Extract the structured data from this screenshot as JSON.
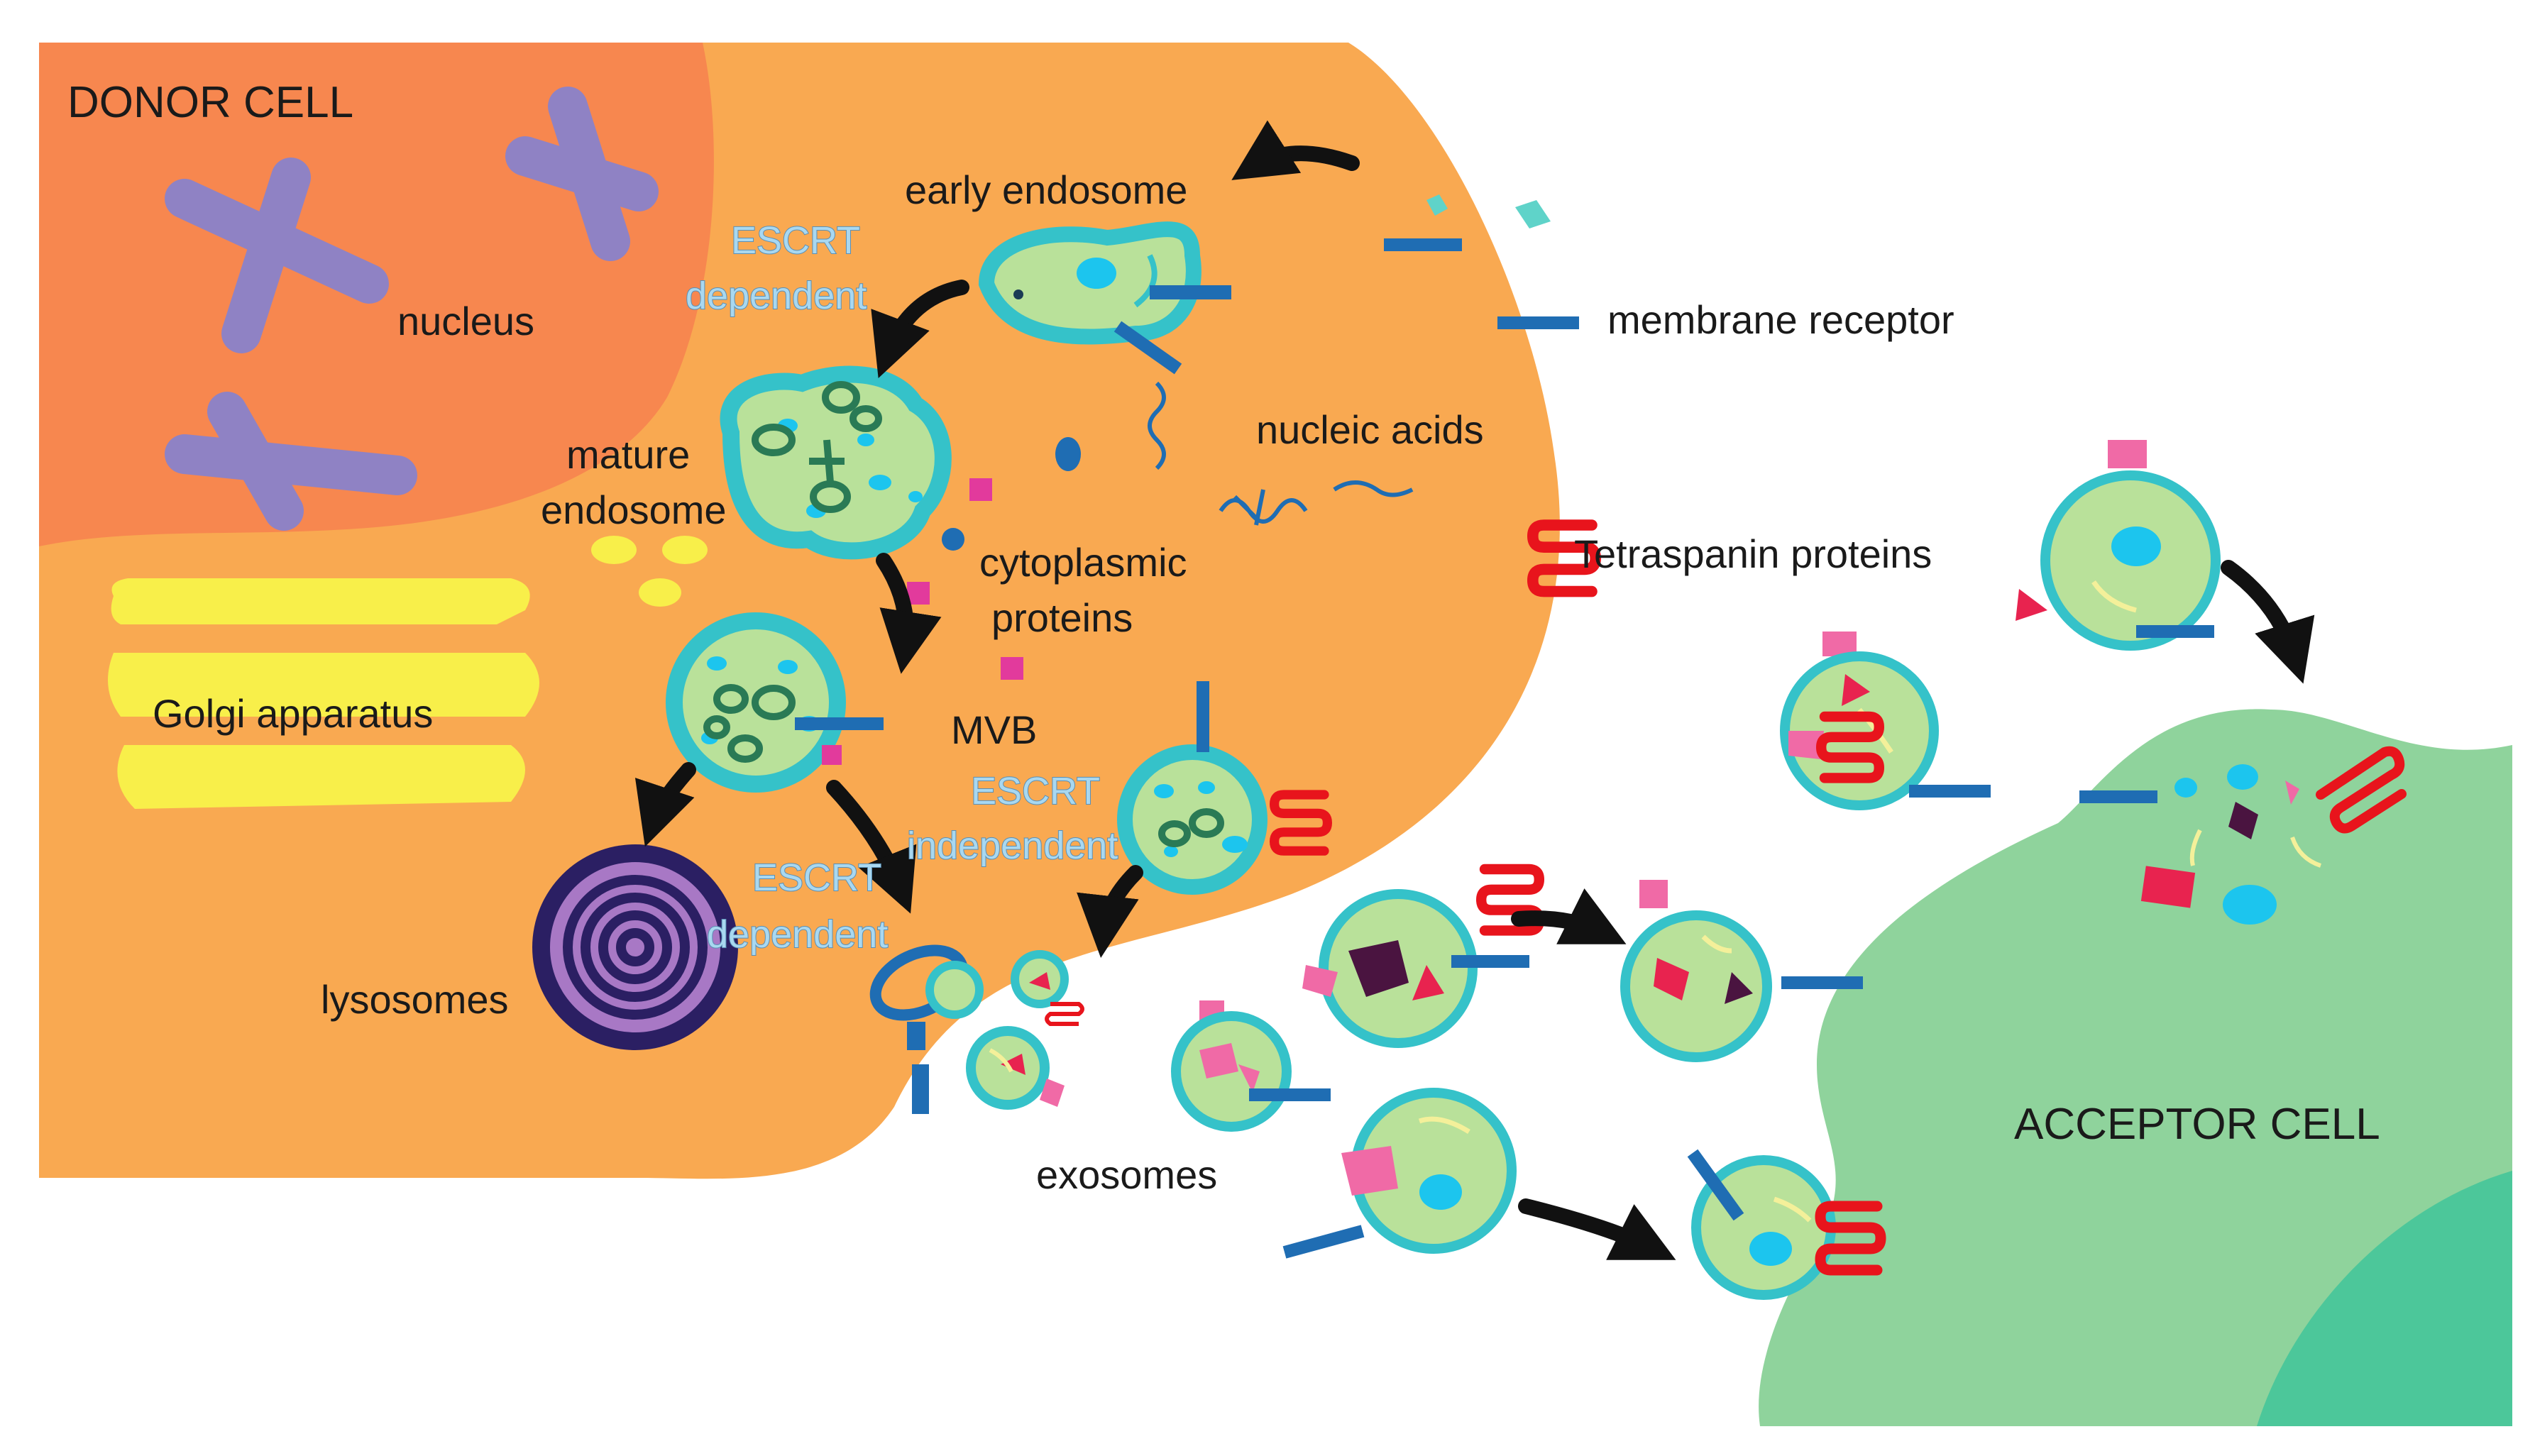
{
  "labels": {
    "donor_cell": "DONOR CELL",
    "nucleus": "nucleus",
    "early_endosome": "early endosome",
    "escrt_dependent_1_line1": "ESCRT",
    "escrt_dependent_1_line2": "dependent",
    "mature_endosome_line1": "mature",
    "mature_endosome_line2": "endosome",
    "membrane_receptor": "membrane receptor",
    "nucleic_acids": "nucleic acids",
    "cytoplasmic_proteins_line1": "cytoplasmic",
    "cytoplasmic_proteins_line2": "proteins",
    "tetraspanin_proteins": "Tetraspanin proteins",
    "golgi_apparatus": "Golgi apparatus",
    "mvb": "MVB",
    "escrt_independent_line1": "ESCRT",
    "escrt_independent_line2": "independent",
    "escrt_dependent_2_line1": "ESCRT",
    "escrt_dependent_2_line2": "dependent",
    "lysosomes": "lysosomes",
    "exosomes": "exosomes",
    "acceptor_cell": "ACCEPTOR CELL"
  },
  "colors": {
    "cytoplasm": "#f9a951",
    "nucleus": "#f7874f",
    "chromosome": "#8f82c4",
    "golgi": "#f8ef4a",
    "vesicle_fill": "#b9e19a",
    "vesicle_rim": "#35c2c9",
    "receptor": "#1f6db3",
    "tetraspanin": "#e8141c",
    "cargo_pink": "#f06aa6",
    "cargo_magenta": "#e23a9c",
    "cargo_red": "#e8234f",
    "cargo_purple": "#4a1440",
    "cargo_cyan": "#1cc5ee",
    "lysosome_outer": "#2b1f63",
    "lysosome_inner": "#a878c5",
    "acceptor": "#8fd39c",
    "acceptor_dark": "#4cc79a",
    "arrow": "#111111"
  }
}
